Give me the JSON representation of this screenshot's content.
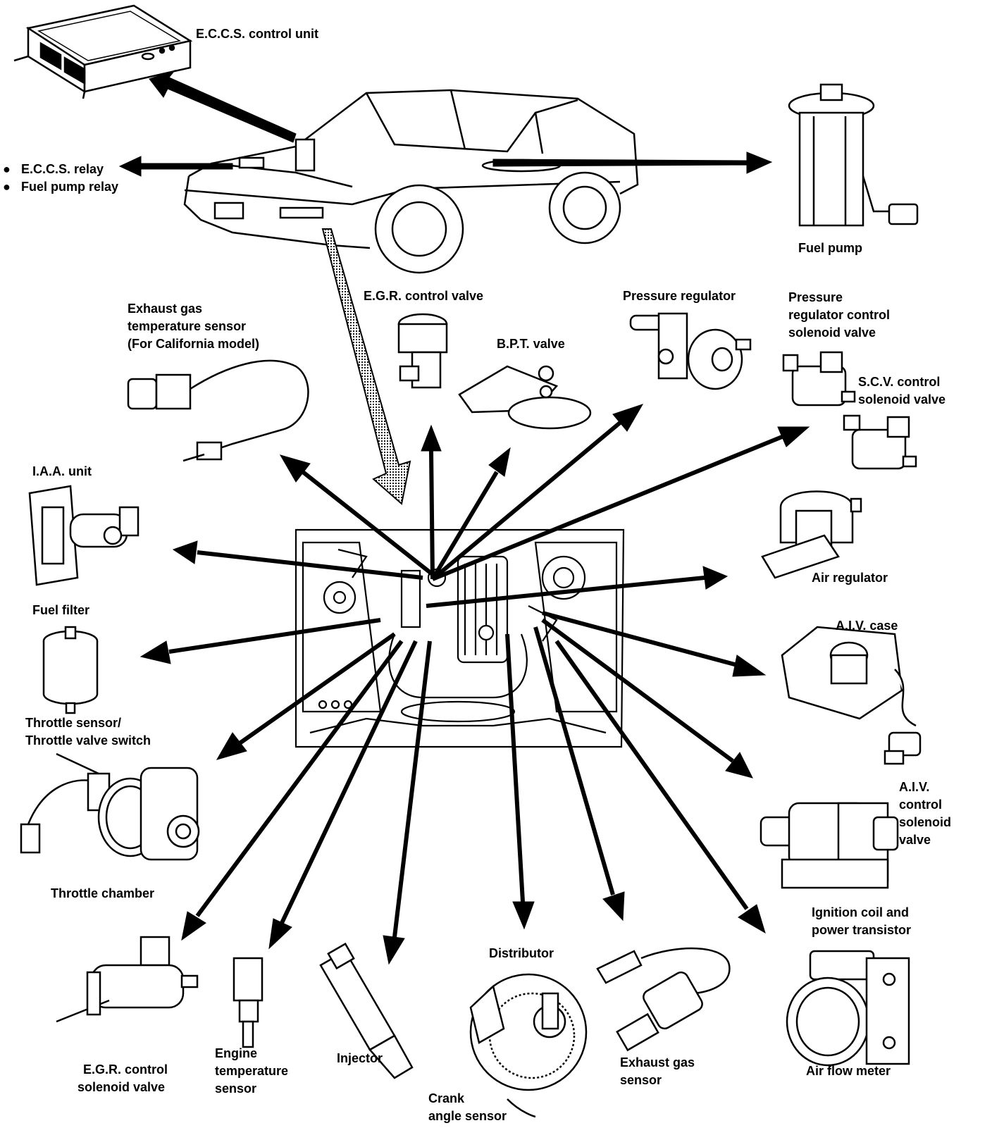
{
  "labels": {
    "eccs_unit": "E.C.C.S. control unit",
    "eccs_relay": "E.C.C.S. relay",
    "fuel_pump_relay": "Fuel pump relay",
    "fuel_pump": "Fuel pump",
    "egr_valve": "E.G.R. control valve",
    "bpt_valve": "B.P.T. valve",
    "pressure_regulator": "Pressure regulator",
    "prcsv_l1": "Pressure",
    "prcsv_l2": "regulator control",
    "prcsv_l3": "solenoid valve",
    "scv_l1": "S.C.V. control",
    "scv_l2": "solenoid valve",
    "exh_temp_l1": "Exhaust gas",
    "exh_temp_l2": "temperature sensor",
    "exh_temp_l3": "(For California model)",
    "iaa_unit": "I.A.A. unit",
    "air_regulator": "Air regulator",
    "fuel_filter": "Fuel filter",
    "aiv_case": "A.I.V. case",
    "throttle_l1": "Throttle sensor/",
    "throttle_l2": "Throttle valve switch",
    "aiv_sol_l1": "A.I.V.",
    "aiv_sol_l2": "control",
    "aiv_sol_l3": "solenoid",
    "aiv_sol_l4": "valve",
    "throttle_chamber": "Throttle chamber",
    "ign_l1": "Ignition coil and",
    "ign_l2": "power transistor",
    "distributor": "Distributor",
    "egr_sol_l1": "E.G.R. control",
    "egr_sol_l2": "solenoid valve",
    "eng_temp_l1": "Engine",
    "eng_temp_l2": "temperature",
    "eng_temp_l3": "sensor",
    "injector": "Injector",
    "crank_l1": "Crank",
    "crank_l2": "angle sensor",
    "exh_sensor_l1": "Exhaust gas",
    "exh_sensor_l2": "sensor",
    "air_flow_meter": "Air flow meter"
  },
  "bullet": "●",
  "colors": {
    "ink": "#000000",
    "paper": "#ffffff",
    "stipple": "#9a9a9a"
  }
}
